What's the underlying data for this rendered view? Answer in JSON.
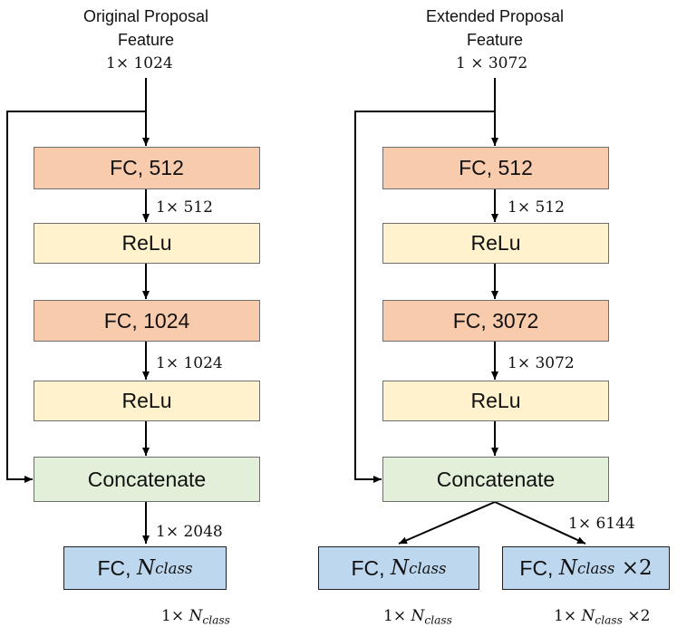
{
  "left": {
    "title_line1": "Original Proposal",
    "title_line2": "Feature",
    "input_dim": "1× 1024",
    "fc1_label": "FC, 512",
    "dim_after_fc1": "1× 512",
    "relu1_label": "ReLu",
    "fc2_label": "FC, 1024",
    "dim_after_fc2": "1× 1024",
    "relu2_label": "ReLu",
    "concat_label": "Concatenate",
    "dim_after_concat": "1× 2048",
    "out_prefix": "FC, ",
    "out_symbol": "N",
    "out_subscript": "class",
    "out_dim_prefix": "1× ",
    "out_dim_symbol": "N",
    "out_dim_subscript": "class"
  },
  "right": {
    "title_line1": "Extended Proposal",
    "title_line2": "Feature",
    "input_dim": "1 × 3072",
    "fc1_label": "FC, 512",
    "dim_after_fc1": "1× 512",
    "relu1_label": "ReLu",
    "fc2_label": "FC, 3072",
    "dim_after_fc2": "1× 3072",
    "relu2_label": "ReLu",
    "concat_label": "Concatenate",
    "dim_after_concat": "1× 6144",
    "out1_prefix": "FC, ",
    "out1_symbol": "N",
    "out1_subscript": "class",
    "out1_dim_prefix": "1× ",
    "out1_dim_symbol": "N",
    "out1_dim_subscript": "class",
    "out2_prefix": "FC, ",
    "out2_symbol": "N",
    "out2_subscript": "class",
    "out2_suffix": " ×2",
    "out2_dim_prefix": "1× ",
    "out2_dim_symbol": "N",
    "out2_dim_subscript": "class",
    "out2_dim_suffix": " ×2"
  },
  "colors": {
    "fc_fill": "#f8cbad",
    "relu_fill": "#fff2cc",
    "concat_fill": "#e2f0d9",
    "output_fill": "#bdd7ee",
    "arrow": "#000000"
  }
}
